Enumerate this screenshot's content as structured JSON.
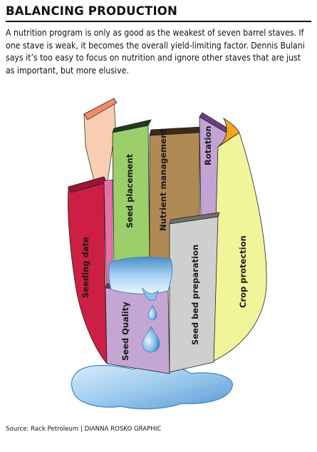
{
  "header": {
    "title": "BALANCING PRODUCTION"
  },
  "intro": {
    "lines": [
      "A nutrition program is only as good as the weakest of seven barrel staves. If",
      "one stave is weak, it becomes the overall yield-limiting factor. Dennis Bulani",
      "says it’s too easy to focus on nutrition and ignore other staves that are just",
      "as important, but more elusive."
    ]
  },
  "staves": {
    "seeding_date": "Seeding date",
    "seed_placement": "Seed placement",
    "nutrient_management": "Nutrient management",
    "rotation": "Rotation",
    "seed_quality": "Seed Quality",
    "seed_bed_preparation": "Seed bed preparation",
    "crop_protection": "Crop protection"
  },
  "colors": {
    "seeding_date": "#cc1f43",
    "seed_placement": "#9ccf6a",
    "nutrient_management": "#b08a55",
    "rotation": "#c3a3d3",
    "seed_quality": "#c4a6d2",
    "seed_bed_preparation": "#cfcfcf",
    "crop_protection": "#f0f59a",
    "back_stave": "#f8cdb2",
    "water": "#8ec2ea"
  },
  "footer": {
    "source": "Source: Rack Petroleum  |  DIANNA ROSKO GRAPHIC"
  }
}
